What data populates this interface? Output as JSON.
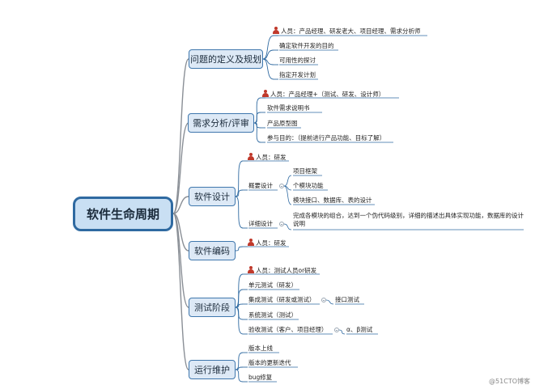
{
  "root": {
    "label": "软件生命周期"
  },
  "branches": [
    {
      "label": "问题的定义及规划",
      "children": [
        {
          "person": true,
          "label": "人员：产品经理、研发老大、项目经理、需求分析师"
        },
        {
          "label": "确定软件开发的目的"
        },
        {
          "label": "可用性的探讨"
        },
        {
          "label": "指定开发计划"
        }
      ]
    },
    {
      "label": "需求分析/评审",
      "children": [
        {
          "person": true,
          "label": "人员：产品经理+（测试、研发、设计师）"
        },
        {
          "label": "软件需求说明书"
        },
        {
          "label": "产品原型图"
        },
        {
          "label": "参与目的：（提前进行产品功能、目标了解）"
        }
      ]
    },
    {
      "label": "软件设计",
      "children": [
        {
          "person": true,
          "label": "人员：研发"
        },
        {
          "label": "概要设计",
          "children": [
            "项目框架",
            "个模块功能",
            "模块接口、数据库、表的设计"
          ]
        },
        {
          "label": "详细设计",
          "children": [
            "完成各模块的组合，达到一个伪代码级别，详细的描述出具体实现功能，数据库的设计说明"
          ]
        }
      ]
    },
    {
      "label": "软件编码",
      "children": [
        {
          "person": true,
          "label": "人员：研发"
        }
      ]
    },
    {
      "label": "测试阶段",
      "children": [
        {
          "person": true,
          "label": "人员：测试人员or研发"
        },
        {
          "label": "单元测试（研发）"
        },
        {
          "label": "集成测试（研发或测试）",
          "children": [
            "接口测试"
          ]
        },
        {
          "label": "系统测试（测试）"
        },
        {
          "label": "验收测试（客户、项目经理）",
          "children": [
            "α、β测试"
          ]
        }
      ]
    },
    {
      "label": "运行维护",
      "children": [
        {
          "label": "版本上线"
        },
        {
          "label": "版本的更新迭代"
        },
        {
          "label": "bug修复"
        }
      ]
    }
  ],
  "watermark": "@51CTO博客"
}
